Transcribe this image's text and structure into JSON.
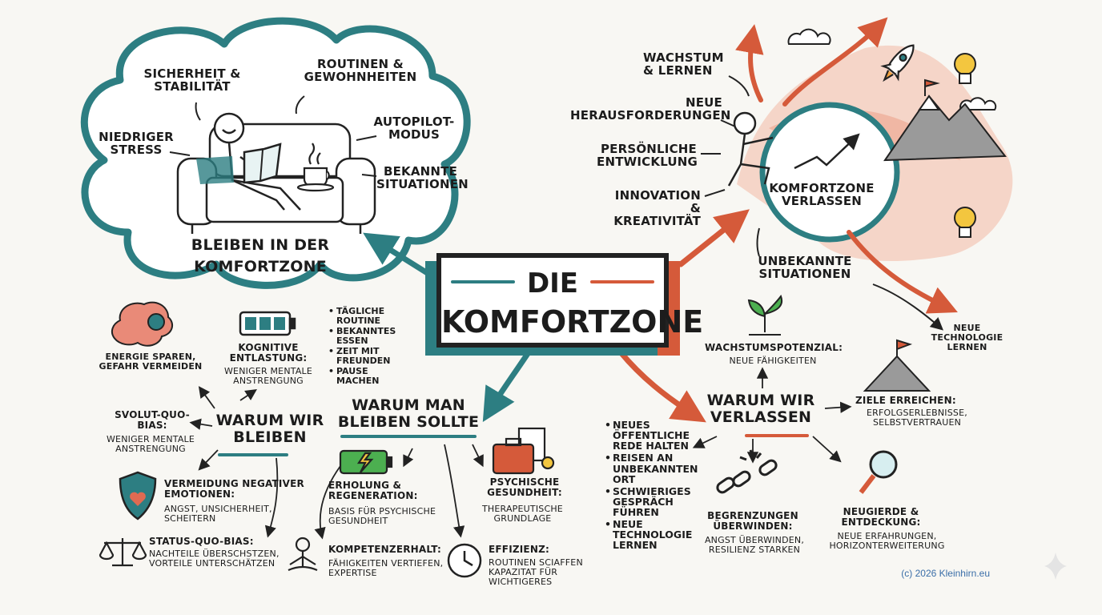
{
  "title": {
    "line1": "DIE",
    "line2": "KOMFORTZONE"
  },
  "colors": {
    "teal": "#2d7e82",
    "coral": "#d55a3a",
    "ink": "#222222",
    "yellow": "#f3c63f",
    "green": "#4caf50"
  },
  "left_cloud": {
    "title_line1": "BLEIBEN IN DER",
    "title_line2": "KOMFORTZONE",
    "labels": {
      "security": "SICHERHEIT &\nSTABILITÄT",
      "routines": "ROUTINEN &\nGEWOHNHEITEN",
      "autopilot": "AUTOPILOT-\nMODUS",
      "low_stress": "NIEDRIGER\nSTRESS",
      "known": "BEKANNTE\nSITUATIONEN"
    }
  },
  "right_circle": {
    "title": "KOMFORTZONE\nVERLASSEN",
    "labels": {
      "growth": "WACHSTUM\n& LERNEN",
      "challenges": "NEUE\nHERAUSFORDERUNGEN",
      "development": "PERSÖNLICHE\nENTWICKLUNG",
      "innovation": "INNOVATION\n& KREATIVITÄT",
      "unknown": "UNBEKANNTE\nSITUATIONEN",
      "tech": "NEUE\nTECHNOLOGIE\nLERNEN"
    }
  },
  "why_stay": {
    "heading": "WARUM WIR\nBLEIBEN",
    "energy": "ENERGIE SPAREN,\nGEFAHR VERMEIDEN",
    "cognitive_title": "KOGNITIVE\nENTLASTUNG:",
    "cognitive_text": "WENIGER MENTALE\nANSTRENGUNG",
    "svolut_title": "SVOLUT-QUO-\nBIAS:",
    "svolut_text": "WENIGER MENTALE\nANSTRENGUNG",
    "avoid_title": "VERMEIDUNG NEGATIVER\nEMOTIONEN:",
    "avoid_text": "ANGST, UNSICHERHEIT,\nSCHEITERN",
    "status_title": "STATUS-QUO-BIAS:",
    "status_text": "NACHTEILE ÜBERSCHSTZEN,\nVORTEILE UNTERSCHÄTZEN",
    "bullets": [
      "TÄGLICHE\nROUTINE",
      "BEKANNTES\nESSEN",
      "ZEIT MIT\nFREUNDEN",
      "PAUSE MACHEN"
    ]
  },
  "why_should_stay": {
    "heading": "WARUM MAN\nBLEIBEN SOLLTE",
    "recovery_title": "ERHOLUNG &\nREGENERATION:",
    "recovery_text": "BASIS FÜR PSYCHISCHE\nGESUNDHEIT",
    "psych_title": "PSYCHISCHE\nGESUNDHEIT:",
    "psych_text": "THERAPEUTISCHE\nGRUNDLAGE",
    "competence_title": "KOMPETENZERHALT:",
    "competence_text": "FÄHIGKEITEN VERTIEFEN,\nEXPERTISE",
    "efficiency_title": "EFFIZIENZ:",
    "efficiency_text": "ROUTINEN SCIAFFEN\nKAPAZITAT FÜR\nWICHTIGERES"
  },
  "why_leave": {
    "heading": "WARUM WIR\nVERLASSEN",
    "potential_title": "WACHSTUMSPOTENZIAL:",
    "potential_text": "NEUE FÄHIGKEITEN",
    "goals_title": "ZIELE ERREICHEN:",
    "goals_text": "ERFOLGSERLEBNISSE,\nSELBSTVERTRAUEN",
    "limits_title": "BEGRENZUNGEN\nÜBERWINDEN:",
    "limits_text": "ANGST ÜBERWINDEN,\nRESILIENZ STARKEN",
    "curiosity_title": "NEUGIERDE &\nENTDECKUNG:",
    "curiosity_text": "NEUE ERFAHRUNGEN,\nHORIZONTERWEITERUNG",
    "bullets": [
      "NEUES\nÖFFENTLICHE\nREDE HALTEN",
      "REISEN AN\nUNBEKANNTEN\nORT",
      "SCHWIERIGES\nGESPRÄCH\nFÜHREN",
      "NEUE\nTECHNOLOGIE\nLERNEN"
    ]
  },
  "watermark": "(c) 2026 Kleinhirn.eu"
}
